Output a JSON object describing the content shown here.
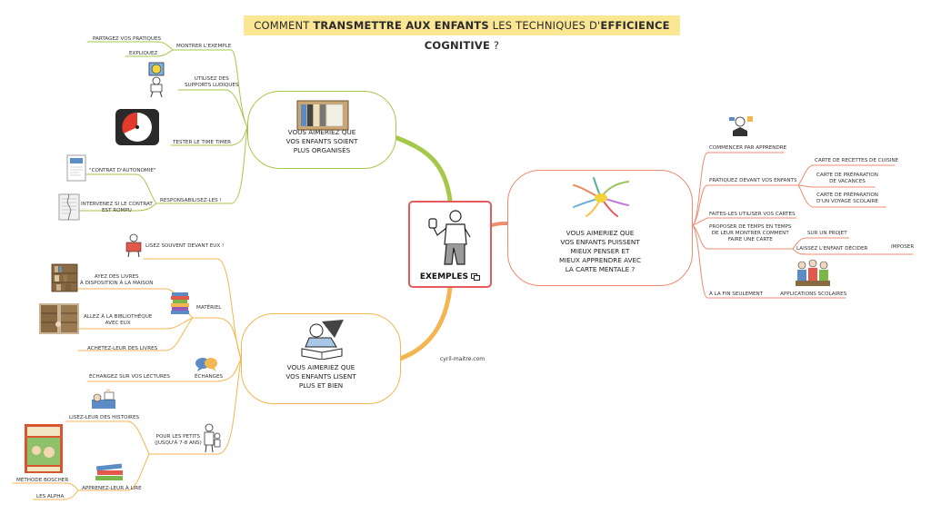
{
  "title": {
    "part1": "COMMENT ",
    "part2": "TRANSMETTRE  AUX ENFANTS",
    "part3": " LES TECHNIQUES D'",
    "part4": "EFFICIENCE COGNITIVE",
    "part5": " ?"
  },
  "center": {
    "label": "EXEMPLES"
  },
  "site": "cyril-maitre.com",
  "organises": {
    "title": [
      "VOUS AIMERIEZ QUE",
      "VOS ENFANTS SOIENT",
      "PLUS ORGANISÉS"
    ],
    "montrer": "MONTRER L'EXEMPLE",
    "partagez": "PARTAGEZ VOS PRATIQUES",
    "expliquez": "EXPLIQUEZ",
    "supports": [
      "UTILISEZ DES",
      "SUPPORTS LUDIQUES"
    ],
    "timer": "TESTER LE TIME TIMER",
    "contrat": "\"CONTRAT D'AUTONOMIE\"",
    "intervenez": [
      "INTERVENEZ SI LE CONTRAT",
      "EST ROMPU"
    ],
    "responsabilisez": "RESPONSABILISEZ-LES !"
  },
  "lisent": {
    "title": [
      "VOUS AIMERIEZ QUE",
      "VOS ENFANTS LISENT",
      "PLUS ET BIEN"
    ],
    "lisez_devant": "LISEZ SOUVENT DEVANT EUX !",
    "livres_maison": [
      "AYEZ DES LIVRES",
      "À DISPOSITION À LA MAISON"
    ],
    "bibliotheque": [
      "ALLEZ À LA BIBLIOTHÈQUE",
      "AVEC EUX"
    ],
    "materiel": "MATÉRIEL",
    "achetez": "ACHETEZ-LEUR DES LIVRES",
    "echangez": "ÉCHANGEZ SUR VOS LECTURES",
    "echanges": "ÉCHANGES",
    "histoires": "LISEZ-LEUR DES HISTOIRES",
    "petits": [
      "POUR LES PETITS",
      "(JUSQU'À 7-8 ANS)"
    ],
    "apprenez": "APPRENEZ-LEUR À LIRE",
    "boscher": "MÉTHODE BOSCHER",
    "alpha": "LES ALPHA"
  },
  "carte": {
    "title": [
      "VOUS AIMERIEZ QUE",
      "VOS ENFANTS PUISSENT",
      "MIEUX PENSER ET",
      "MIEUX APPRENDRE AVEC",
      "LA CARTE MENTALE ?"
    ],
    "commencer": "COMMENCER PAR APPRENDRE",
    "pratiquez": "PRATIQUEZ DEVANT VOS ENFANTS",
    "recettes": "CARTE DE RECETTES DE CUISINE",
    "vacances": [
      "CARTE DE PRÉPARATION",
      "DE VACANCES"
    ],
    "voyage": [
      "CARTE DE PRÉPARATION",
      "D'UN VOYAGE SCOLAIRE"
    ],
    "faites": "FAITES-LES UTILISER VOS CARTES",
    "proposer": [
      "PROPOSER DE TEMPS EN TEMPS",
      "DE LEUR MONTRER COMMENT",
      "FAIRE UNE CARTE"
    ],
    "projet": "SUR UN PROJET",
    "laissez": "LAISSEZ L'ENFANT DÉCIDER",
    "imposer": "IMPOSER",
    "fin": "À LA FIN SEULEMENT",
    "applications": "APPLICATIONS SCOLAIRES"
  },
  "colors": {
    "green": "#a6c84a",
    "orange": "#f4b650",
    "red": "#ee8c70",
    "center_border": "#e25a5a",
    "title_bg": "#fbe694"
  }
}
